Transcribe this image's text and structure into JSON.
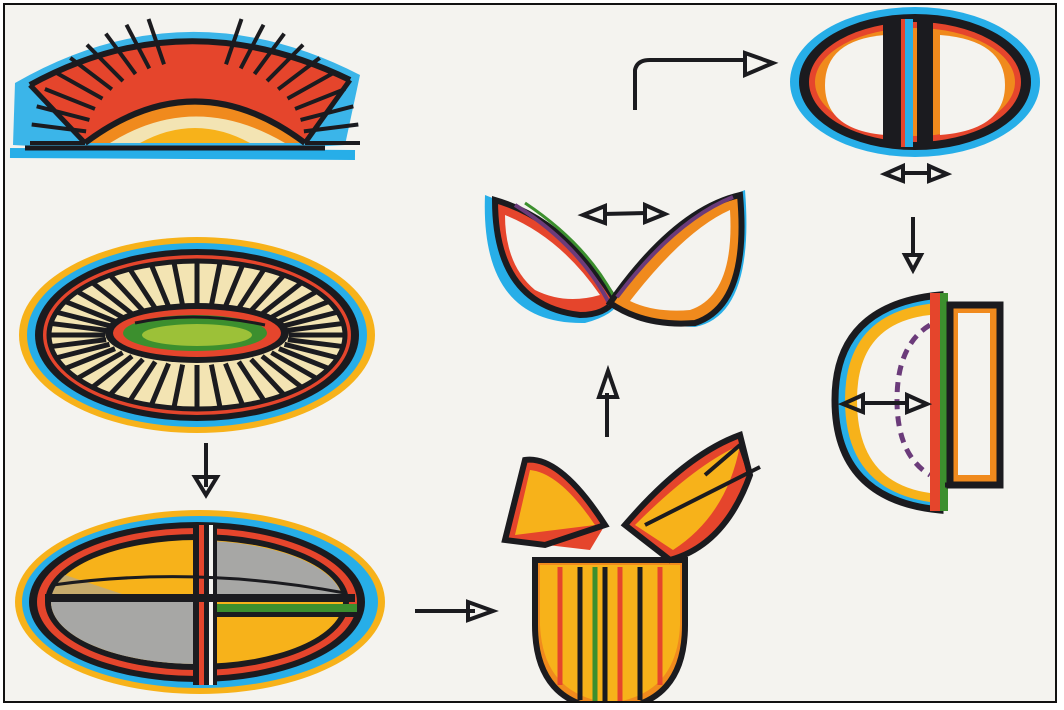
{
  "palette": {
    "paper": "#f4f3ef",
    "ink": "#1b1b1f",
    "blue": "#27aee8",
    "orange": "#f08a1d",
    "yellow": "#f7b21a",
    "red": "#e5452c",
    "green": "#3c8f2e",
    "grey": "#a7a7a5",
    "cream": "#f3e4b3",
    "violet": "#6b3b7a"
  },
  "sketches": [
    {
      "id": "stadium-side-view",
      "kind": "sketch"
    },
    {
      "id": "stadium-top-view",
      "kind": "sketch"
    },
    {
      "id": "stadium-quartered-roof",
      "kind": "sketch"
    },
    {
      "id": "roof-halves-lifting",
      "kind": "sketch"
    },
    {
      "id": "roof-halves-rotating",
      "kind": "sketch"
    },
    {
      "id": "roof-halves-closed",
      "kind": "sketch"
    },
    {
      "id": "roof-half-sliding",
      "kind": "sketch"
    }
  ],
  "arrows": [
    {
      "id": "down-arrow-1",
      "direction": "down"
    },
    {
      "id": "right-arrow",
      "direction": "right"
    },
    {
      "id": "up-arrow",
      "direction": "up"
    },
    {
      "id": "turn-right-arrow",
      "direction": "right"
    },
    {
      "id": "down-arrow-2",
      "direction": "down"
    },
    {
      "id": "double-arrow-1",
      "direction": "both"
    },
    {
      "id": "double-arrow-2",
      "direction": "both"
    },
    {
      "id": "double-arrow-3",
      "direction": "both"
    }
  ]
}
